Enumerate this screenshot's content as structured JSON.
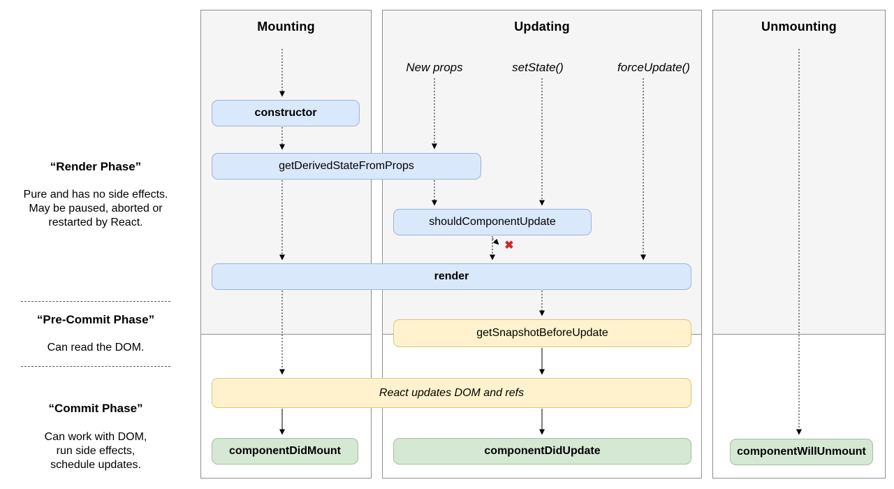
{
  "left_panel": {
    "phases": [
      {
        "title": "“Render Phase”",
        "description": "Pure and has no side effects.\nMay be paused, aborted or\nrestarted by React."
      },
      {
        "title": "“Pre-Commit Phase”",
        "description": "Can read the DOM."
      },
      {
        "title": "“Commit Phase”",
        "description": "Can work with DOM,\nrun side effects,\nschedule updates."
      }
    ]
  },
  "columns": [
    {
      "id": "mounting",
      "title": "Mounting"
    },
    {
      "id": "updating",
      "title": "Updating"
    },
    {
      "id": "unmounting",
      "title": "Unmounting"
    }
  ],
  "triggers": [
    {
      "label": "New props"
    },
    {
      "label": "setState()"
    },
    {
      "label": "forceUpdate()"
    }
  ],
  "nodes": {
    "constructor": {
      "label": "constructor"
    },
    "getDerivedStateFromProps": {
      "label": "getDerivedStateFromProps"
    },
    "shouldComponentUpdate": {
      "label": "shouldComponentUpdate"
    },
    "render": {
      "label": "render"
    },
    "getSnapshotBeforeUpdate": {
      "label": "getSnapshotBeforeUpdate"
    },
    "reactUpdatesDom": {
      "label": "React updates DOM and refs"
    },
    "componentDidMount": {
      "label": "componentDidMount"
    },
    "componentDidUpdate": {
      "label": "componentDidUpdate"
    },
    "componentWillUnmount": {
      "label": "componentWillUnmount"
    }
  },
  "marks": {
    "update_rejected": "✖"
  },
  "colors": {
    "render_phase_bg": "#f5f5f5",
    "commit_phase_bg": "#ffffff",
    "column_border": "#8f8f8f",
    "node_blue_fill": "#dae8fc",
    "node_blue_border": "#9cb3d9",
    "node_yellow_fill": "#fff2cc",
    "node_yellow_border": "#dcc57c",
    "node_green_fill": "#d5e8d4",
    "node_green_border": "#9fc294",
    "reject_mark": "#d02626",
    "arrow": "#000000"
  }
}
